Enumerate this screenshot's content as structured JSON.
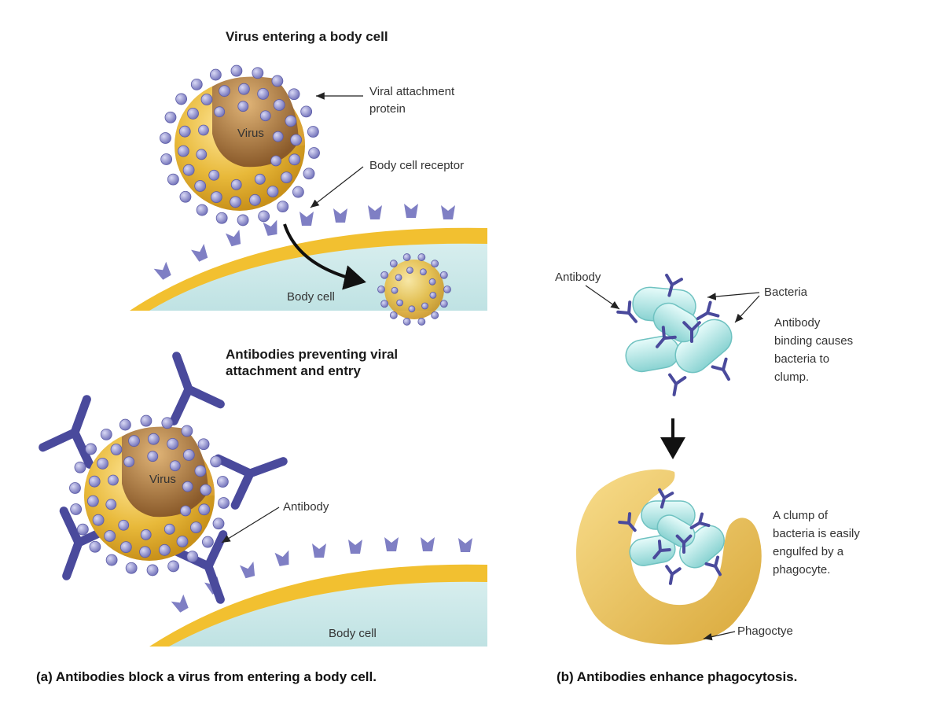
{
  "panel_a": {
    "top_heading": "Virus entering a body cell",
    "virus_label_top": "Virus",
    "viral_attachment_label_line1": "Viral attachment",
    "viral_attachment_label_line2": "protein",
    "receptor_label": "Body cell receptor",
    "body_cell_label_top": "Body cell",
    "bottom_heading_line1": "Antibodies preventing viral",
    "bottom_heading_line2": "attachment and entry",
    "virus_label_bottom": "Virus",
    "antibody_label": "Antibody",
    "body_cell_label_bottom": "Body cell",
    "caption": "(a) Antibodies block a virus from entering a body cell."
  },
  "panel_b": {
    "antibody_label": "Antibody",
    "bacteria_label": "Bacteria",
    "clump_note_lines": [
      "Antibody",
      "binding causes",
      "bacteria to",
      "clump."
    ],
    "engulf_note_lines": [
      "A clump of",
      "bacteria is easily",
      "engulfed by a",
      "phagocyte."
    ],
    "phagocyte_label": "Phagoctye",
    "caption": "(b) Antibodies enhance phagocytosis."
  },
  "colors": {
    "virus_gold": "#e8b93a",
    "cell_membrane": "#f2c030",
    "cell_interior": "#cfe9ea",
    "protein_purple": "#7f7fc4",
    "antibody_blue": "#4a4a9c",
    "bacteria_teal": "#a8e3e2",
    "phagocyte_gold": "#eec960"
  }
}
